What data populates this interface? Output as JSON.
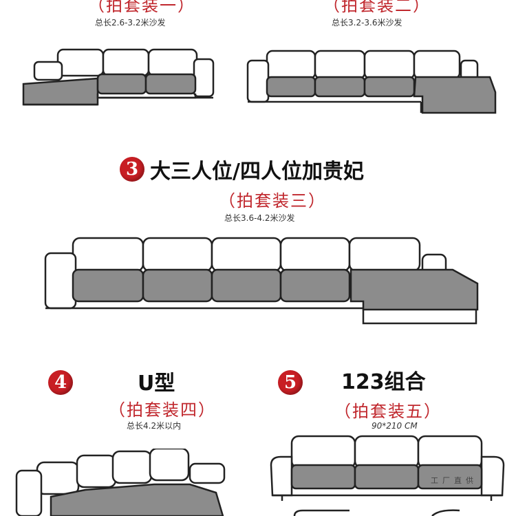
{
  "section1": {
    "subtitle": "（拍套装一）",
    "length": "总长2.6-3.2米沙发"
  },
  "section2": {
    "subtitle": "（拍套装二）",
    "length": "总长3.2-3.6米沙发"
  },
  "section3": {
    "number": "3",
    "title": "大三人位/四人位加贵妃",
    "subtitle": "（拍套装三）",
    "length": "总长3.6-4.2米沙发"
  },
  "section4": {
    "number": "4",
    "title": "U型",
    "subtitle": "（拍套装四）",
    "length": "总长4.2米以内"
  },
  "section5": {
    "number": "5",
    "title": "123组合",
    "subtitle": "（拍套装五）",
    "length": "90*210 CM"
  },
  "watermark": "工厂直供",
  "colors": {
    "accent": "#c81e24",
    "cushion_fill": "#8c8c8c",
    "outline": "#222222"
  }
}
